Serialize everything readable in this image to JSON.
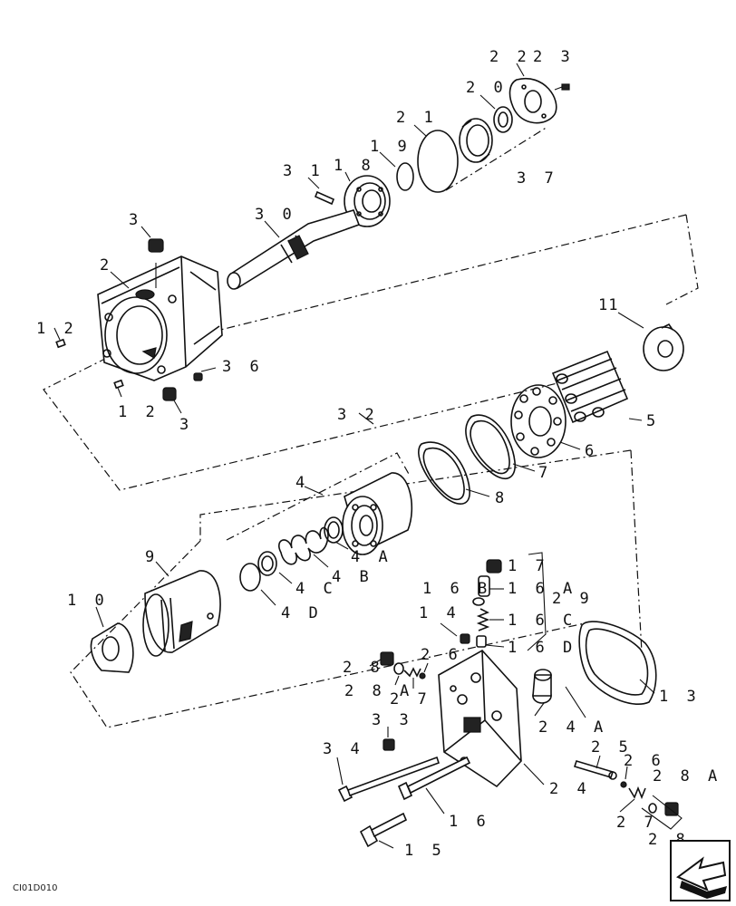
{
  "diagram_code": "CI01D010",
  "callouts": [
    {
      "id": "22",
      "text": "2 2"
    },
    {
      "id": "23",
      "text": "2 3"
    },
    {
      "id": "20",
      "text": "2 0"
    },
    {
      "id": "21",
      "text": "2 1"
    },
    {
      "id": "19",
      "text": "1 9"
    },
    {
      "id": "18",
      "text": "1 8"
    },
    {
      "id": "31",
      "text": "3 1"
    },
    {
      "id": "37",
      "text": "3 7"
    },
    {
      "id": "30",
      "text": "3 0"
    },
    {
      "id": "3a",
      "text": "3"
    },
    {
      "id": "2",
      "text": "2"
    },
    {
      "id": "11",
      "text": "11"
    },
    {
      "id": "12a",
      "text": "1 2"
    },
    {
      "id": "36",
      "text": "3 6"
    },
    {
      "id": "12b",
      "text": "1 2"
    },
    {
      "id": "3b",
      "text": "3"
    },
    {
      "id": "5",
      "text": "5"
    },
    {
      "id": "32",
      "text": "3 2"
    },
    {
      "id": "6",
      "text": "6"
    },
    {
      "id": "7",
      "text": "7"
    },
    {
      "id": "4",
      "text": "4"
    },
    {
      "id": "8",
      "text": "8"
    },
    {
      "id": "4A",
      "text": "4 A"
    },
    {
      "id": "9",
      "text": "9"
    },
    {
      "id": "4B",
      "text": "4 B"
    },
    {
      "id": "4C",
      "text": "4 C"
    },
    {
      "id": "17",
      "text": "1 7"
    },
    {
      "id": "16B",
      "text": "1 6 B"
    },
    {
      "id": "16A",
      "text": "1 6 A"
    },
    {
      "id": "29",
      "text": "2 9"
    },
    {
      "id": "10",
      "text": "1 0"
    },
    {
      "id": "4D",
      "text": "4 D"
    },
    {
      "id": "14",
      "text": "1 4"
    },
    {
      "id": "16C",
      "text": "1 6 C"
    },
    {
      "id": "16D",
      "text": "1 6 D"
    },
    {
      "id": "26a",
      "text": "2 6"
    },
    {
      "id": "28a",
      "text": "2 8"
    },
    {
      "id": "28Aa",
      "text": "2 8 A"
    },
    {
      "id": "27a",
      "text": "2 7"
    },
    {
      "id": "13",
      "text": "1 3"
    },
    {
      "id": "33",
      "text": "3 3"
    },
    {
      "id": "24A",
      "text": "2 4 A"
    },
    {
      "id": "34",
      "text": "3 4"
    },
    {
      "id": "25",
      "text": "2 5"
    },
    {
      "id": "26b",
      "text": "2 6"
    },
    {
      "id": "28Ab",
      "text": "2 8 A"
    },
    {
      "id": "24",
      "text": "2 4"
    },
    {
      "id": "16",
      "text": "1 6"
    },
    {
      "id": "27b",
      "text": "2 7"
    },
    {
      "id": "15",
      "text": "1 5"
    },
    {
      "id": "28b",
      "text": "2 8"
    }
  ],
  "icons": [
    "exploded-view-diagram",
    "next-page-arrow-icon"
  ]
}
